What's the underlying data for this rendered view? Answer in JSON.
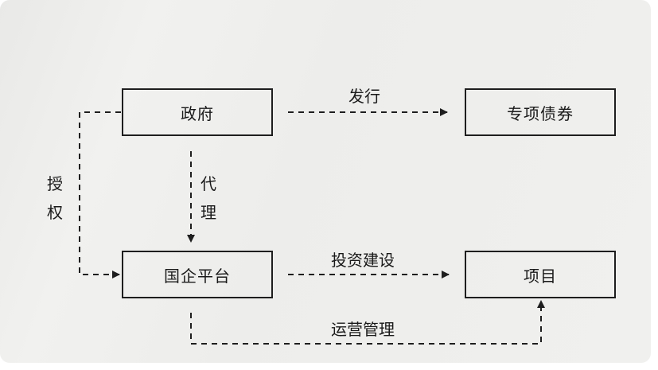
{
  "nodes": {
    "government": "政府",
    "special_bonds": "专项债券",
    "soe_platform": "国企平台",
    "project": "项目"
  },
  "edges": {
    "issue": "发行",
    "agent_1": "代",
    "agent_2": "理",
    "authorize_1": "授",
    "authorize_2": "权",
    "invest_build": "投资建设",
    "operate_manage": "运营管理"
  },
  "colors": {
    "background": "#efefed",
    "stroke": "#1e1e1e"
  }
}
